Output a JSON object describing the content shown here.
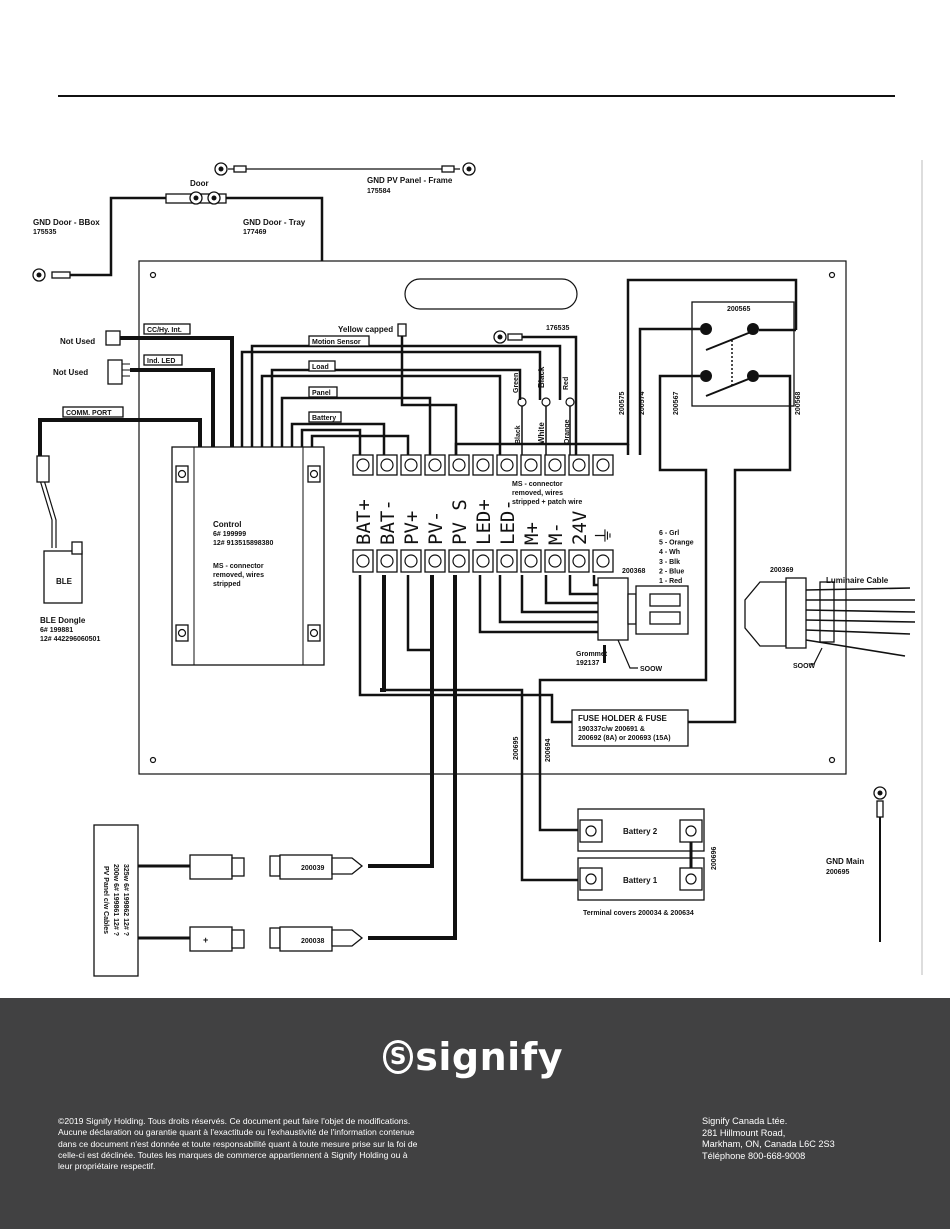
{
  "labels": {
    "gnd_pv_panel_frame": "GND PV Panel - Frame",
    "gnd_pv_panel_frame_pn": "175584",
    "door": "Door",
    "gnd_door_bbox": "GND Door - BBox",
    "gnd_door_bbox_pn": "175535",
    "gnd_door_tray": "GND Door - Tray",
    "gnd_door_tray_pn": "177469",
    "not_used_1": "Not Used",
    "not_used_2": "Not Used",
    "cc_hy_int": "CC/Hy. Int.",
    "ind_led": "Ind. LED",
    "comm_port": "COMM. PORT",
    "yellow_capped": "Yellow capped",
    "motion_sensor": "Motion Sensor",
    "load": "Load",
    "panel": "Panel",
    "battery": "Battery",
    "gnd_tab_pn": "176535",
    "relay_pn": "200565",
    "wire_200575": "200575",
    "wire_200574": "200574",
    "wire_200567": "200567",
    "wire_200568": "200568",
    "green": "Green",
    "black_top": "Black",
    "red": "Red",
    "black_bottom": "Black",
    "white": "White",
    "orange": "Orange",
    "ms_note_1": "MS - connector",
    "ms_note_2": "removed, wires",
    "ms_note_3": "stripped + patch wire",
    "control_title": "Control",
    "control_line1": "6# 199999",
    "control_line2": "12# 913515898380",
    "control_line3": "MS - connector",
    "control_line4": "removed, wires",
    "control_line5": "stripped",
    "ble": "BLE",
    "ble_dongle": "BLE Dongle",
    "ble_dongle_line1": "6# 199881",
    "ble_dongle_line2": "12# 442296060501",
    "pin_list": [
      "6 - Grl",
      "5 - Orange",
      "4 - Wh",
      "3 - Blk",
      "2 - Blue",
      "1 - Red"
    ],
    "conn_200368": "200368",
    "conn_200369": "200369",
    "luminaire_cable": "Luminaire Cable",
    "grommet": "Grommet",
    "grommet_pn": "192137",
    "sow_1": "SOOW",
    "sow_2": "SOOW",
    "fuse_title": "FUSE HOLDER & FUSE",
    "fuse_line1": "190337c/w 200691 &",
    "fuse_line2": "200692 (8A) or 200693 (15A)",
    "wire_200695": "200695",
    "wire_200694": "200694",
    "wire_200696": "200696",
    "battery_2": "Battery 2",
    "battery_1": "Battery 1",
    "terminal_covers": "Terminal covers 200034 & 200634",
    "gnd_main": "GND Main",
    "gnd_main_pn": "200695",
    "conn_200039": "200039",
    "conn_200038": "200038",
    "plus": "+",
    "pv_panel_side_1": "PV Panel c/w Cables",
    "pv_panel_side_2": "200w 6# 199861 12# ?",
    "pv_panel_side_3": "325w 6# 199862 12# ?"
  },
  "terminals": [
    "BAT+",
    "BAT-",
    "PV+",
    "PV-",
    "PV S",
    "LED+",
    "LED-",
    "M+",
    "M-",
    "24V",
    "⏚"
  ],
  "footer": {
    "brand": "signify",
    "brand_mark": "S",
    "legal": [
      "©2019 Signify Holding.  Tous droits réservés.  Ce document peut faire l'objet de modifications.",
      "Aucune déclaration ou garantie quant à l'exactitude ou l'exhaustivité de l'information contenue",
      "dans ce document n'est donnée et toute responsabilité quant à toute mesure prise sur la foi de",
      "celle-ci est déclinée.  Toutes les marques de commerce appartiennent à Signify Holding ou à",
      "leur propriétaire respectif."
    ],
    "address": [
      "Signify Canada Ltée.",
      "281 Hillmount Road,",
      "Markham, ON, Canada L6C 2S3",
      "Téléphone 800-668-9008"
    ]
  },
  "colors": {
    "footer_bg": "#414142",
    "ink": "#111111"
  }
}
